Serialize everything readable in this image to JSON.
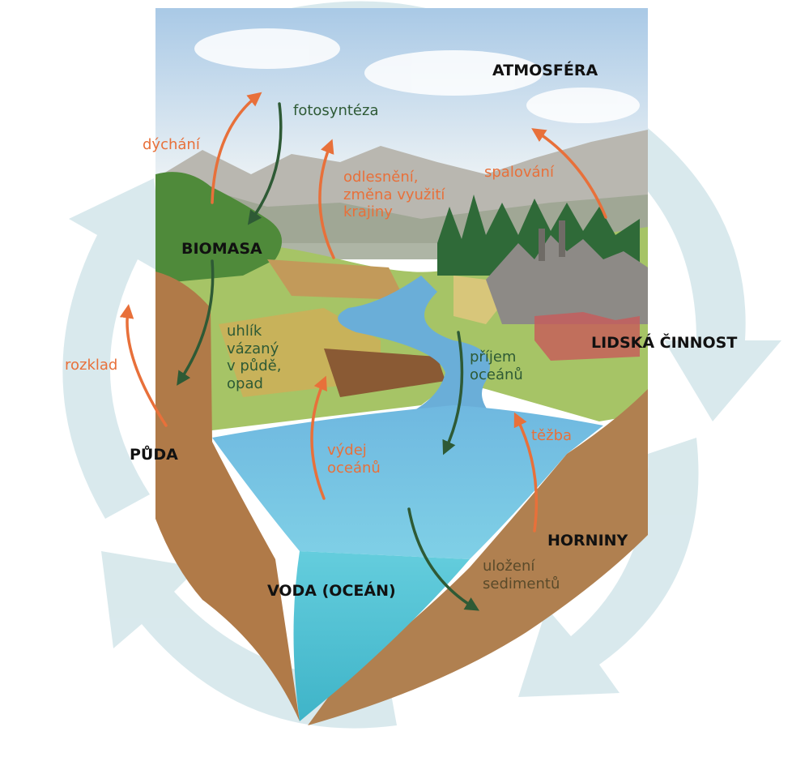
{
  "zones": {
    "atmosphere": "ATMOSFÉRA",
    "biomass": "BIOMASA",
    "soil": "PŮDA",
    "human_activity": "LIDSKÁ ČINNOST",
    "rocks": "HORNINY",
    "ocean": "VODA (OCEÁN)"
  },
  "processes": {
    "respiration": "dýchání",
    "photosynthesis": "fotosyntéza",
    "deforestation": "odlesnění,\nzměna využití\nkrajiny",
    "combustion": "spalování",
    "decomposition": "rozklad",
    "soil_carbon": "uhlík\nvázaný\nv půdě,\nopad",
    "ocean_uptake": "příjem\noceánů",
    "ocean_release": "výdej\noceánů",
    "mining": "těžba",
    "sedimentation": "uložení\nsedimentů"
  },
  "colors": {
    "emission_arrow": "#e8703a",
    "uptake_arrow": "#2e5a35",
    "zone_text": "#111111",
    "cycle_arrows": "#d7e8ec",
    "water": "#5cc7d6"
  }
}
